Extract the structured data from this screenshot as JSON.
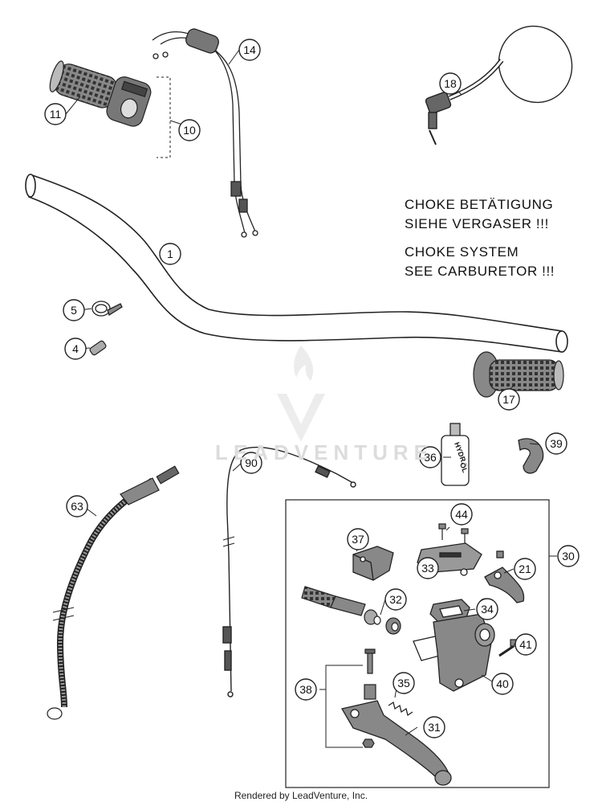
{
  "notes": {
    "line1": "CHOKE BETÄTIGUNG",
    "line2": "SIEHE VERGASER !!!",
    "line3": "CHOKE SYSTEM",
    "line4": "SEE CARBURETOR !!!"
  },
  "callouts": [
    "11",
    "10",
    "14",
    "18",
    "1",
    "5",
    "4",
    "17",
    "36",
    "39",
    "90",
    "63",
    "30",
    "44",
    "37",
    "33",
    "21",
    "32",
    "34",
    "41",
    "38",
    "35",
    "40",
    "31"
  ],
  "bottle_label": {
    "line1": "HYDR.",
    "line2": "ÖL"
  },
  "watermark": "LEADVENTURE",
  "credit": "Rendered by LeadVenture, Inc."
}
